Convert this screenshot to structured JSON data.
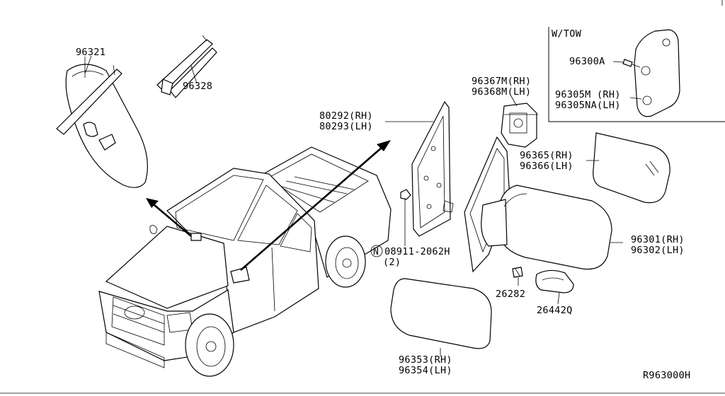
{
  "diagram_id": "R963000H",
  "tow_section": {
    "title": "W/TOW",
    "bolt_label": "96300A",
    "bracket_label_rh": "96305M (RH)",
    "bracket_label_lh": "96305NA(LH)"
  },
  "parts": {
    "inner_mirror": "96321",
    "inner_mirror_bracket": "96328",
    "finisher_rh": "80292(RH)",
    "finisher_lh": "80293(LH)",
    "mirror_motor_rh": "96367M(RH)",
    "mirror_motor_lh": "96368M(LH)",
    "mirror_glass_rh": "96365(RH)",
    "mirror_glass_lh": "96366(LH)",
    "mirror_assy_rh": "96301(RH)",
    "mirror_assy_lh": "96302(LH)",
    "nut_code": "N",
    "nut_part": "08911-2062H",
    "nut_qty": "(2)",
    "bulb": "26282",
    "side_lamp": "26442Q",
    "mirror_cover_rh": "96353(RH)",
    "mirror_cover_lh": "96354(LH)"
  }
}
